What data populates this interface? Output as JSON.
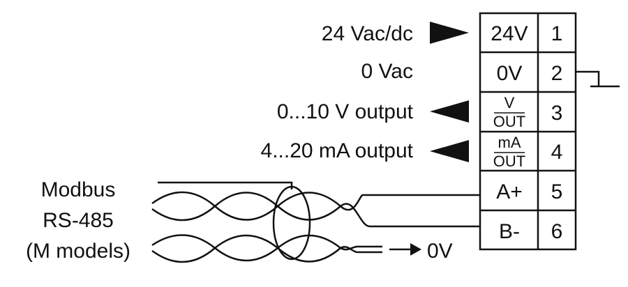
{
  "signals": {
    "supply": "24 Vac/dc",
    "zero": "0 Vac",
    "volt_out": "0...10 V output",
    "ma_out": "4...20 mA output"
  },
  "modbus": {
    "line1": "Modbus",
    "line2": "RS-485",
    "line3": "(M models)",
    "shield_target": "0V"
  },
  "terminals": [
    {
      "label": "24V",
      "number": "1"
    },
    {
      "label": "0V",
      "number": "2"
    },
    {
      "label_top": "V",
      "label_bottom": "OUT",
      "number": "3"
    },
    {
      "label_top": "mA",
      "label_bottom": "OUT",
      "number": "4"
    },
    {
      "label": "A+",
      "number": "5"
    },
    {
      "label": "B-",
      "number": "6"
    }
  ]
}
